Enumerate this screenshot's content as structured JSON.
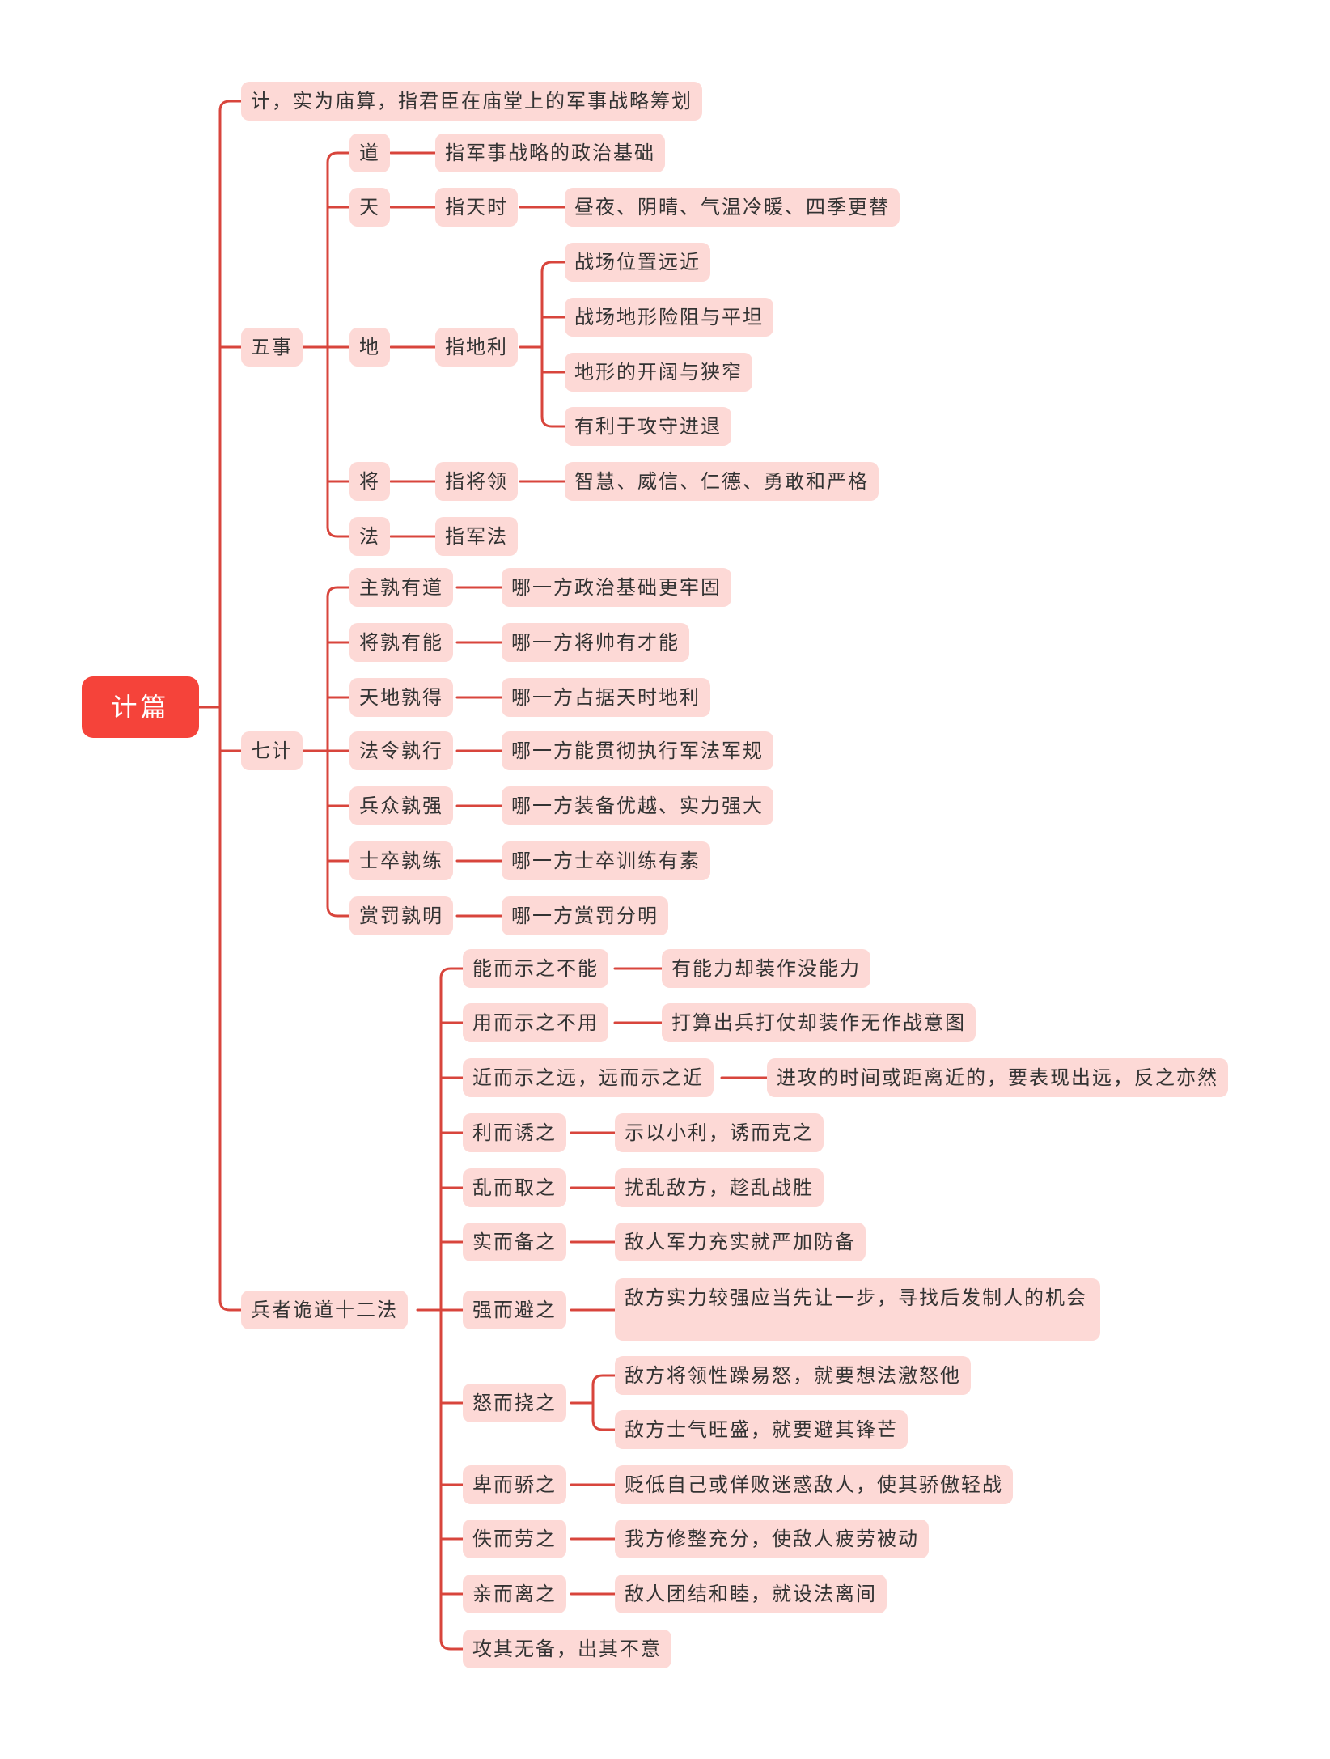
{
  "colors": {
    "line": "#d8453c",
    "node_bg": "#fdd9d6",
    "root_bg": "#f5433a",
    "text": "#333333"
  },
  "root": {
    "label": "计篇"
  },
  "intro": {
    "label": "计，实为庙算，指君臣在庙堂上的军事战略筹划"
  },
  "wushi": {
    "label": "五事",
    "dao": {
      "label": "道",
      "desc": "指军事战略的政治基础"
    },
    "tian": {
      "label": "天",
      "desc": "指天时",
      "detail": "昼夜、阴晴、气温冷暖、四季更替"
    },
    "di": {
      "label": "地",
      "desc": "指地利",
      "details": [
        "战场位置远近",
        "战场地形险阻与平坦",
        "地形的开阔与狭窄",
        "有利于攻守进退"
      ]
    },
    "jiang": {
      "label": "将",
      "desc": "指将领",
      "detail": "智慧、威信、仁德、勇敢和严格"
    },
    "fa": {
      "label": "法",
      "desc": "指军法"
    }
  },
  "qiji": {
    "label": "七计",
    "items": [
      {
        "label": "主孰有道",
        "desc": "哪一方政治基础更牢固"
      },
      {
        "label": "将孰有能",
        "desc": "哪一方将帅有才能"
      },
      {
        "label": "天地孰得",
        "desc": "哪一方占据天时地利"
      },
      {
        "label": "法令孰行",
        "desc": "哪一方能贯彻执行军法军规"
      },
      {
        "label": "兵众孰强",
        "desc": "哪一方装备优越、实力强大"
      },
      {
        "label": "士卒孰练",
        "desc": "哪一方士卒训练有素"
      },
      {
        "label": "赏罚孰明",
        "desc": "哪一方赏罚分明"
      }
    ]
  },
  "guidao": {
    "label": "兵者诡道十二法",
    "items": [
      {
        "label": "能而示之不能",
        "desc": "有能力却装作没能力"
      },
      {
        "label": "用而示之不用",
        "desc": "打算出兵打仗却装作无作战意图"
      },
      {
        "label": "近而示之远，远而示之近",
        "desc": "进攻的时间或距离近的，要表现出远，反之亦然"
      },
      {
        "label": "利而诱之",
        "desc": "示以小利，诱而克之"
      },
      {
        "label": "乱而取之",
        "desc": "扰乱敌方，趁乱战胜"
      },
      {
        "label": "实而备之",
        "desc": "敌人军力充实就严加防备"
      },
      {
        "label": "强而避之",
        "desc": "敌方实力较强应当先让一步，寻找后发制人的机会"
      },
      {
        "label": "怒而挠之",
        "desc1": "敌方将领性躁易怒，就要想法激怒他",
        "desc2": "敌方士气旺盛，就要避其锋芒"
      },
      {
        "label": "卑而骄之",
        "desc": "贬低自己或佯败迷惑敌人，使其骄傲轻战"
      },
      {
        "label": "佚而劳之",
        "desc": "我方修整充分，使敌人疲劳被动"
      },
      {
        "label": "亲而离之",
        "desc": "敌人团结和睦，就设法离间"
      },
      {
        "label": "攻其无备，出其不意"
      }
    ]
  }
}
